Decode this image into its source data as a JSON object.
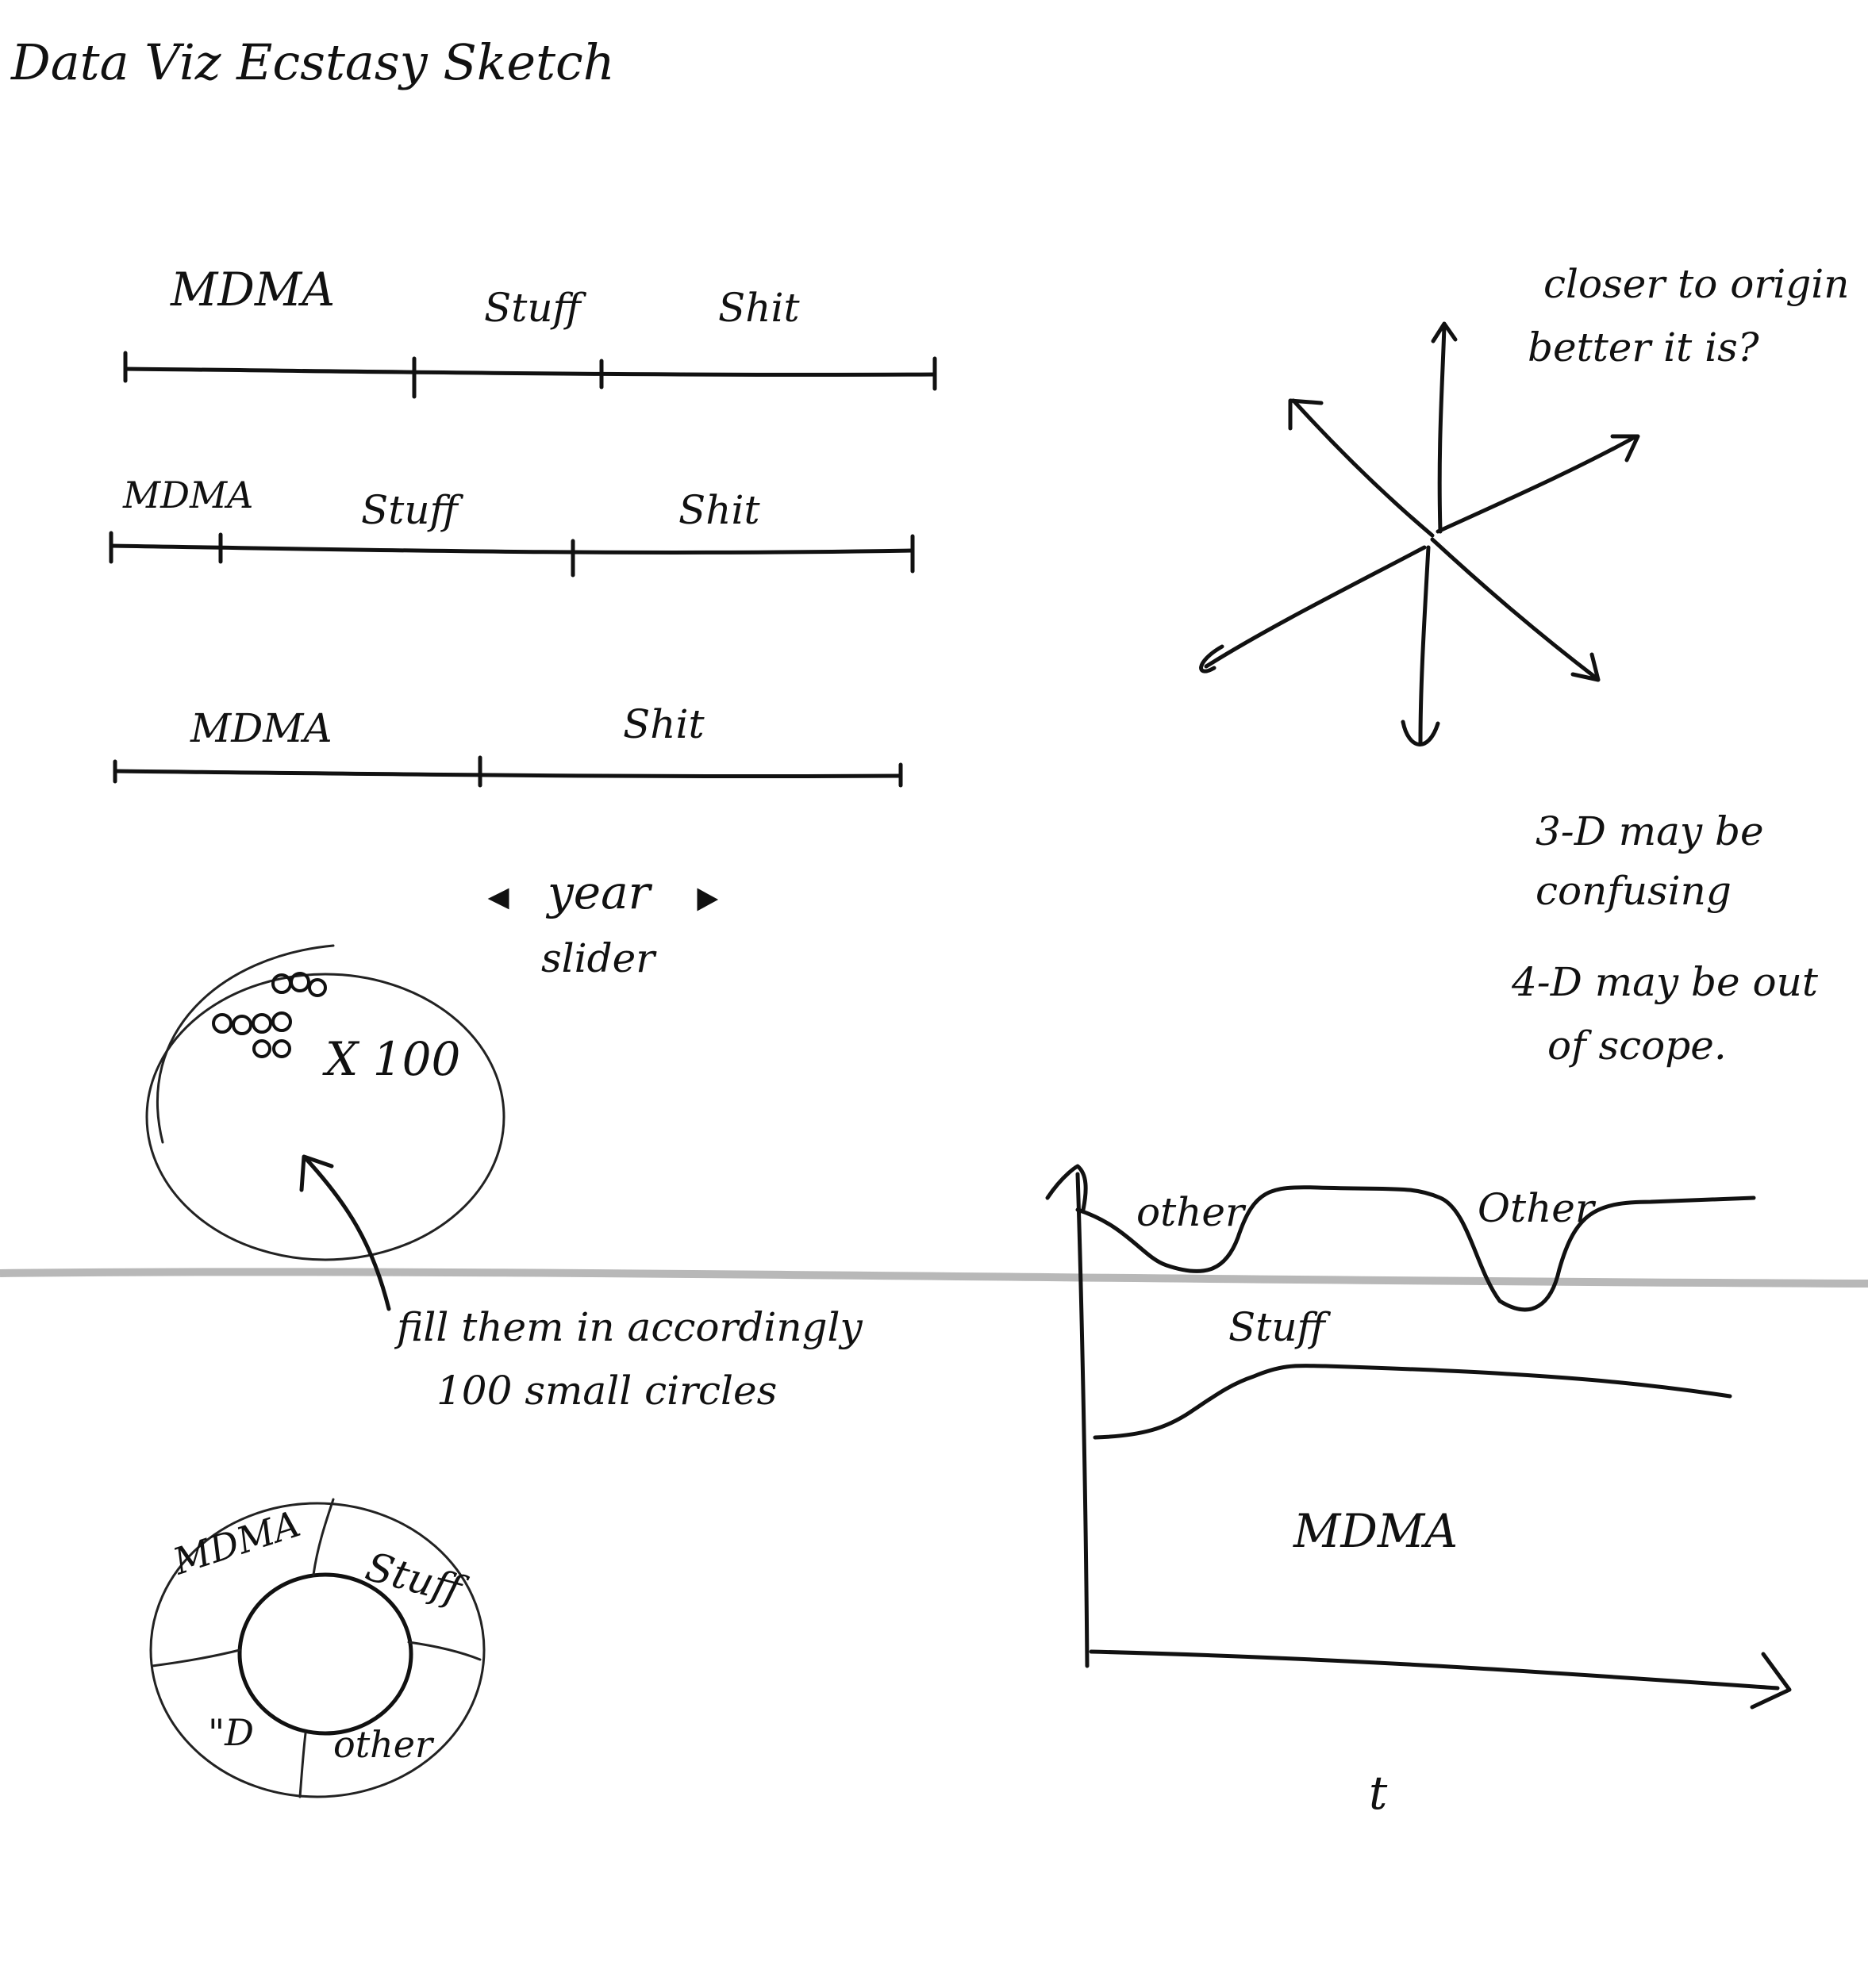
{
  "title": "Data Viz Ecstasy Sketch",
  "timelines": [
    {
      "labels": [
        "MDMA",
        "Stuff",
        "Shit"
      ]
    },
    {
      "labels": [
        "MDMA",
        "Stuff",
        "Shit"
      ]
    },
    {
      "labels": [
        "MDMA",
        "Shit"
      ]
    }
  ],
  "radar_note": [
    "closer to origin",
    "better it is?"
  ],
  "dimension_note": [
    "3-D may be",
    "confusing",
    "4-D may be out",
    "of scope."
  ],
  "year_slider": {
    "line1": "year",
    "line2": "slider"
  },
  "dot_circle": {
    "multiplier": "X 100"
  },
  "dot_note": [
    "fill them in accordingly",
    "100 small circles"
  ],
  "donut": {
    "segments": [
      "MDMA",
      "Stuff",
      "other",
      "\"D"
    ]
  },
  "stream": {
    "layers": [
      "other",
      "Other",
      "Stuff",
      "MDMA"
    ],
    "x_label": "t"
  }
}
